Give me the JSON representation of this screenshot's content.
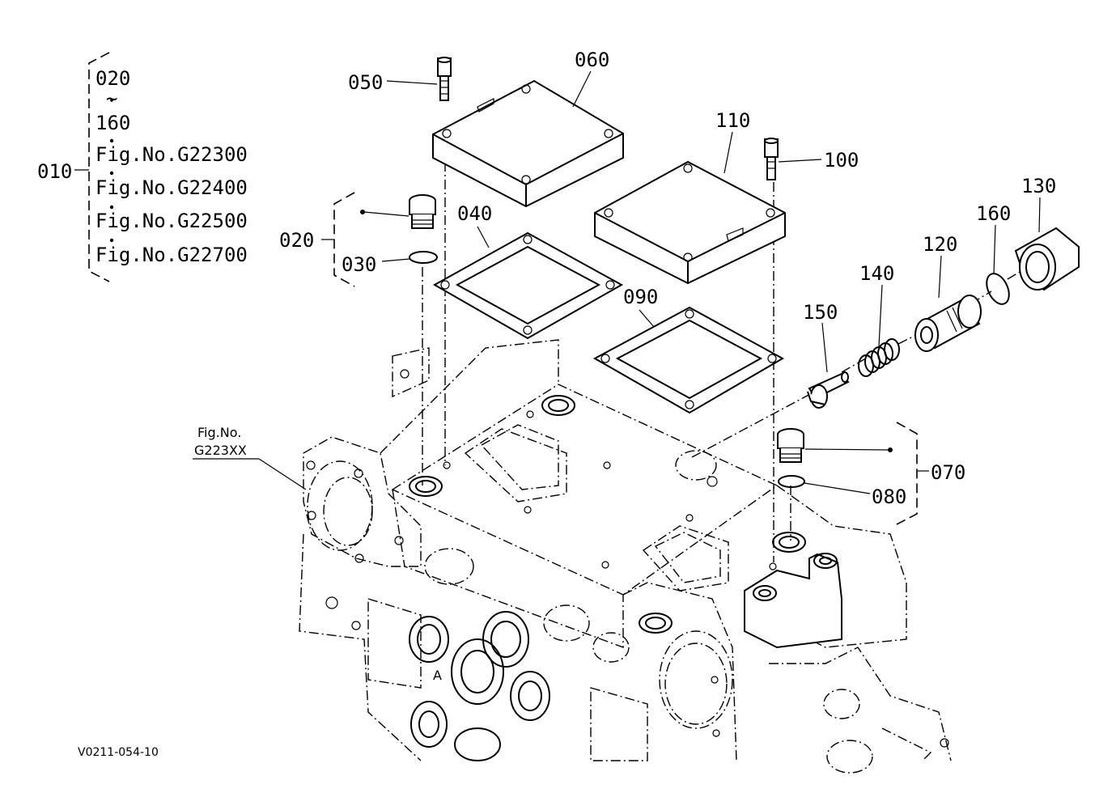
{
  "figure_ref": "V0211-054-10",
  "assembly": {
    "label": "010",
    "range_start": "020",
    "range_sep": "~",
    "range_end": "160",
    "fig_refs": [
      "Fig.No.G22300",
      "Fig.No.G22400",
      "Fig.No.G22500",
      "Fig.No.G22700"
    ]
  },
  "housing_ref": {
    "line1": "Fig.No.",
    "line2": "G223XX"
  },
  "parts": {
    "p020": "020",
    "p030": "030",
    "p040": "040",
    "p050": "050",
    "p060": "060",
    "p070": "070",
    "p080": "080",
    "p090": "090",
    "p100": "100",
    "p110": "110",
    "p120": "120",
    "p130": "130",
    "p140": "140",
    "p150": "150",
    "p160": "160"
  }
}
